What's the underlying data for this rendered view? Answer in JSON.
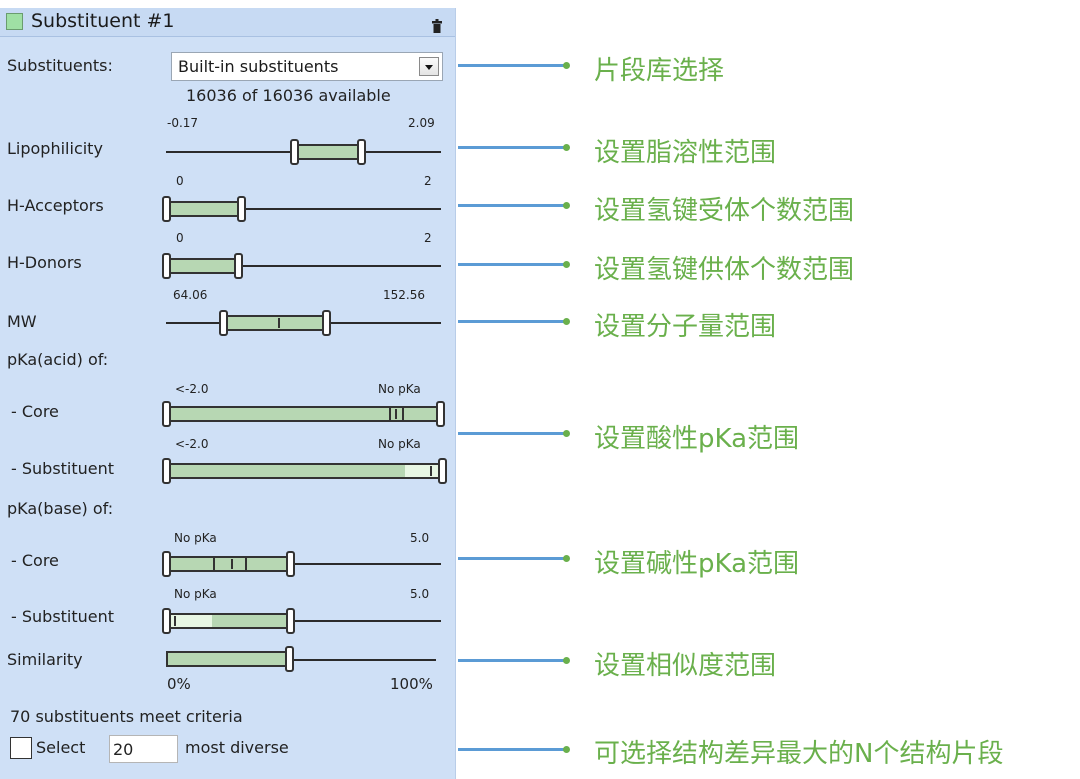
{
  "panel": {
    "title": "Substituent #1",
    "swatch_color": "#9fe0a4",
    "background": "#cfe0f6",
    "substituents_label": "Substituents:",
    "substituents_select": "Built-in substituents",
    "available_text": "16036 of 16036 available"
  },
  "sliders": {
    "lipophilicity": {
      "label": "Lipophilicity",
      "min": "-0.17",
      "max": "2.09"
    },
    "h_acceptors": {
      "label": "H-Acceptors",
      "min": "0",
      "max": "2"
    },
    "h_donors": {
      "label": "H-Donors",
      "min": "0",
      "max": "2"
    },
    "mw": {
      "label": "MW",
      "min": "64.06",
      "max": "152.56"
    },
    "pka_acid_header": "pKa(acid) of:",
    "pka_acid_core": {
      "label": "- Core",
      "min": "<-2.0",
      "max": "No pKa"
    },
    "pka_acid_substituent": {
      "label": "- Substituent",
      "min": "<-2.0",
      "max": "No pKa"
    },
    "pka_base_header": "pKa(base) of:",
    "pka_base_core": {
      "label": "- Core",
      "min": "No pKa",
      "max": "5.0"
    },
    "pka_base_substituent": {
      "label": "- Substituent",
      "min": "No pKa",
      "max": "5.0"
    },
    "similarity": {
      "label": "Similarity",
      "min": "0%",
      "max": "100%"
    }
  },
  "footer": {
    "criteria_text": "70 substituents meet criteria",
    "select_label": "Select",
    "select_count": "20",
    "most_diverse_label": "most diverse"
  },
  "annotations": {
    "line_color": "#5b9bd5",
    "text_color": "#6ab04c",
    "items": [
      "片段库选择",
      "设置脂溶性范围",
      "设置氢键受体个数范围",
      "设置氢键供体个数范围",
      "设置分子量范围",
      "设置酸性pKa范围",
      "设置碱性pKa范围",
      "设置相似度范围",
      "可选择结构差异最大的N个结构片段"
    ]
  }
}
